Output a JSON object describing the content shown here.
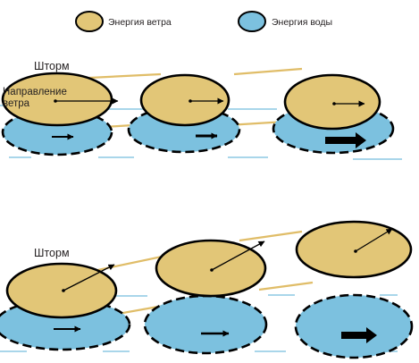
{
  "legend": {
    "wind": {
      "label": "Энергия ветра",
      "color": "#e2c677"
    },
    "water": {
      "label": "Энергия воды",
      "color": "#7cc1df"
    }
  },
  "panel_top": {
    "storm_label": "Шторм",
    "direction_label_line1": "Направление",
    "direction_label_line2": "ветра"
  },
  "panel_bottom": {
    "storm_label": "Шторм"
  },
  "colors": {
    "wind_fill": "#e2c677",
    "water_fill": "#7cc1df",
    "outline": "#000000",
    "connector": "#e0bd68",
    "water_streak": "#a9d6ea"
  }
}
